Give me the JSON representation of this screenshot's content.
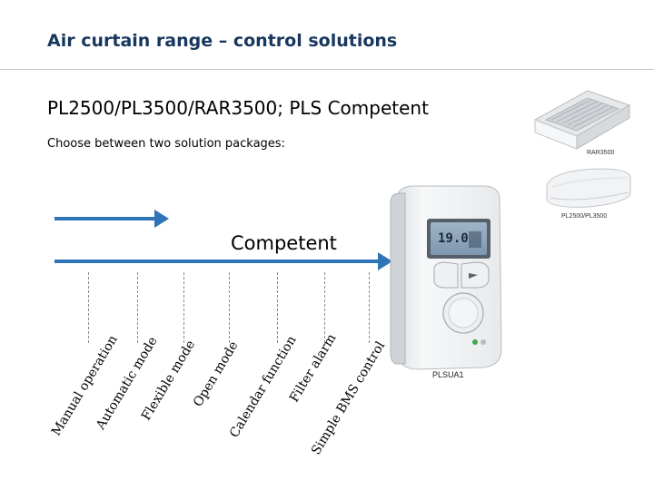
{
  "header": {
    "title": "Air curtain range – control solutions"
  },
  "main": {
    "subtitle": "PL2500/PL3500/RAR3500; PLS Competent",
    "choose_text": "Choose between two solution packages:",
    "package_label": "Competent",
    "functions": [
      "Manual operation",
      "Automatic mode",
      "Flexible mode",
      "Open mode",
      "Calendar function",
      "Filter alarm",
      "Simple BMS control"
    ]
  },
  "products": {
    "rar_label": "RAR3500",
    "pl_label": "PL2500/PL3500",
    "controller_label": "PLSUA1",
    "display_digits": "19.0"
  },
  "colors": {
    "title": "#17375e",
    "arrow": "#2f74b8"
  },
  "icons": [
    "ceiling-unit-icon",
    "wall-unit-icon",
    "controller-icon"
  ]
}
